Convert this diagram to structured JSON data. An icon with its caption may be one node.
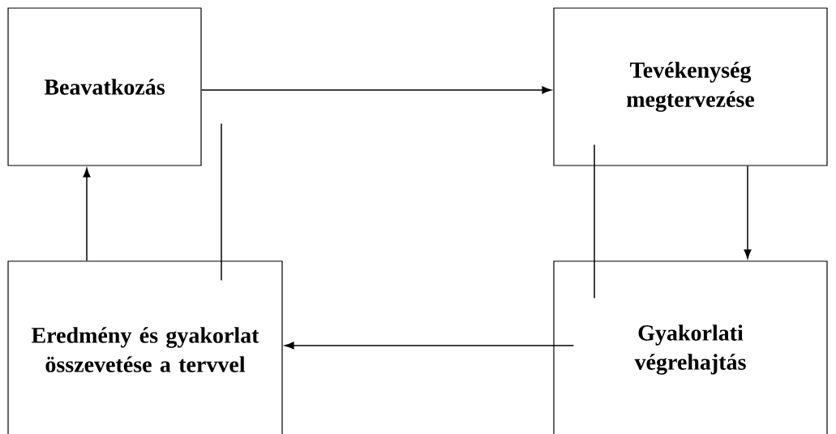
{
  "diagram": {
    "nodes": [
      {
        "text": [
          "Beavatkozás"
        ]
      },
      {
        "text": [
          "Tevékenység megtervezése"
        ]
      },
      {
        "text": [
          "Eredmény és gyakorlat összevetése a tervvel"
        ]
      },
      {
        "text": [
          "Gyakorlati végrehajtás"
        ]
      }
    ],
    "edges": [
      {
        "from": 0,
        "to": 1,
        "arrow": "to"
      },
      {
        "from": 1,
        "to": 3,
        "arrow": "to"
      },
      {
        "from": 1,
        "to": 3,
        "arrow": "none"
      },
      {
        "from": 3,
        "to": 2,
        "arrow": "to"
      },
      {
        "from": 2,
        "to": 0,
        "arrow": "to"
      },
      {
        "from": 0,
        "to": 2,
        "arrow": "none"
      }
    ]
  }
}
